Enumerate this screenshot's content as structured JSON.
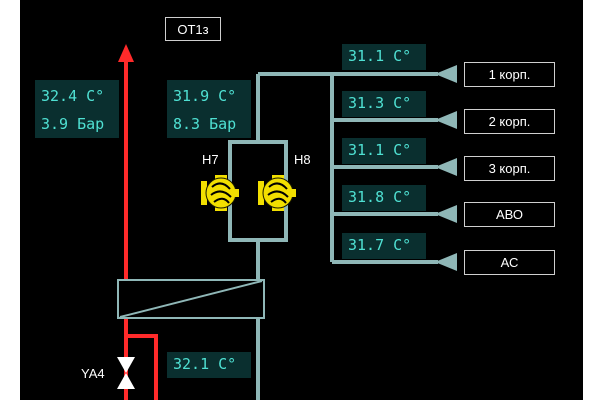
{
  "title": "ОТ1з",
  "colors": {
    "background": "#000000",
    "pipe_return": "#8fb7b7",
    "pipe_supply": "#ff2a2a",
    "readout_bg": "#0a2f2f",
    "readout_text": "#4fe0d2",
    "pump": "#f2df00"
  },
  "left_readout": {
    "temperature": "32.4 C°",
    "pressure": "3.9 Бар"
  },
  "middle_readout": {
    "temperature": "31.9 C°",
    "pressure": "8.3 Бар"
  },
  "lower_readout": {
    "temperature": "32.1 C°"
  },
  "pumps": [
    {
      "label": "Н7",
      "icon": "pump-icon"
    },
    {
      "label": "Н8",
      "icon": "pump-icon"
    }
  ],
  "valve": {
    "label": "YA4",
    "icon": "valve-icon"
  },
  "branches": [
    {
      "temperature": "31.1 C°",
      "dest": "1 корп."
    },
    {
      "temperature": "31.3 C°",
      "dest": "2 корп."
    },
    {
      "temperature": "31.1 C°",
      "dest": "3 корп."
    },
    {
      "temperature": "31.8 C°",
      "dest": "АВО"
    },
    {
      "temperature": "31.7 C°",
      "dest": "АС"
    }
  ]
}
